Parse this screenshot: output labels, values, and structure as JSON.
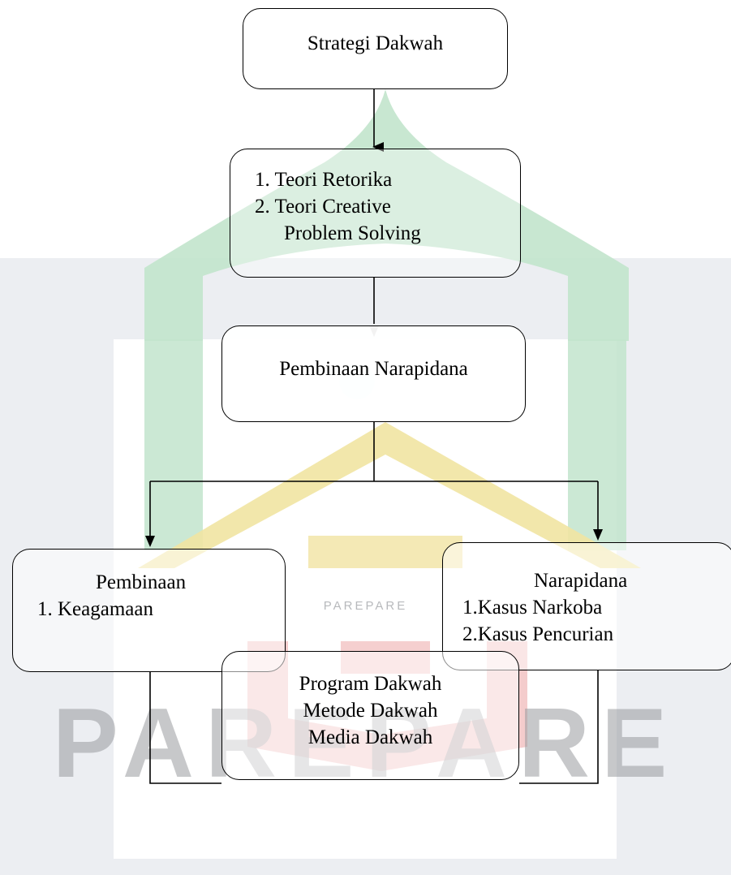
{
  "nodes": {
    "strategi": {
      "label": "Strategi Dakwah"
    },
    "teori": {
      "items": [
        "1. Teori Retorika",
        "2. Teori Creative",
        "Problem Solving"
      ]
    },
    "pembinaan_narapidana": {
      "label": "Pembinaan Narapidana"
    },
    "pembinaan": {
      "heading": "Pembinaan",
      "items": [
        "1. Keagamaan"
      ]
    },
    "narapidana": {
      "heading": "Narapidana",
      "items": [
        "1.Kasus Narkoba",
        "2.Kasus Pencurian"
      ]
    },
    "program": {
      "items": [
        "Program Dakwah",
        "Metode Dakwah",
        "Media Dakwah"
      ]
    }
  },
  "watermark": {
    "word": "PAREPARE",
    "small": "PAREPARE",
    "colors": {
      "green": "#bfe3c9",
      "yellow": "#f2e6a8",
      "red": "#f2c4c4",
      "gray": "#eceef2",
      "cyan": "#cdeefa"
    }
  },
  "colors": {
    "line": "#000000",
    "text": "#000000",
    "background": "#ffffff"
  }
}
